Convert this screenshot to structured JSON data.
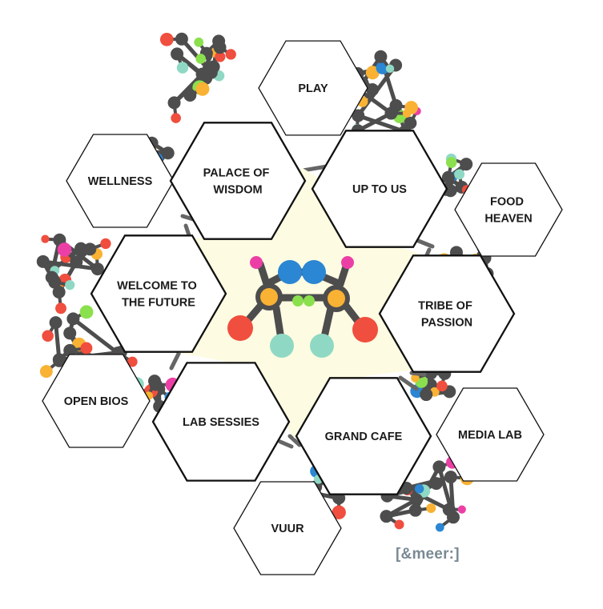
{
  "map": {
    "hexagons": [
      {
        "id": "play",
        "label": [
          "PLAY"
        ]
      },
      {
        "id": "wellness",
        "label": [
          "WELLNESS"
        ]
      },
      {
        "id": "palace-of-wisdom",
        "label": [
          "PALACE OF",
          "WISDOM"
        ]
      },
      {
        "id": "up-to-us",
        "label": [
          "UP TO US"
        ]
      },
      {
        "id": "food-heaven",
        "label": [
          "FOOD",
          "HEAVEN"
        ]
      },
      {
        "id": "welcome-to-the-future",
        "label": [
          "WELCOME TO",
          "THE FUTURE"
        ]
      },
      {
        "id": "tribe-of-passion",
        "label": [
          "TRIBE OF",
          "PASSION"
        ]
      },
      {
        "id": "open-bios",
        "label": [
          "OPEN BIOS"
        ]
      },
      {
        "id": "lab-sessies",
        "label": [
          "LAB SESSIES"
        ]
      },
      {
        "id": "grand-cafe",
        "label": [
          "GRAND CAFE"
        ]
      },
      {
        "id": "media-lab",
        "label": [
          "MEDIA LAB"
        ]
      },
      {
        "id": "vuur",
        "label": [
          "VUUR"
        ]
      }
    ]
  },
  "brand": {
    "logo_text": "[&meer:]"
  },
  "colors": {
    "atom_gray": "#4d4d4d",
    "atom_yellow": "#f9b233",
    "atom_pink": "#ec3fa6",
    "atom_red": "#f04e3e",
    "atom_blue": "#2b86d3",
    "atom_green": "#8be04e",
    "atom_mint": "#8fd9c4",
    "center_fill": "#fdfbe1",
    "bond": "#666666",
    "brand_text": "#7a8a94"
  }
}
